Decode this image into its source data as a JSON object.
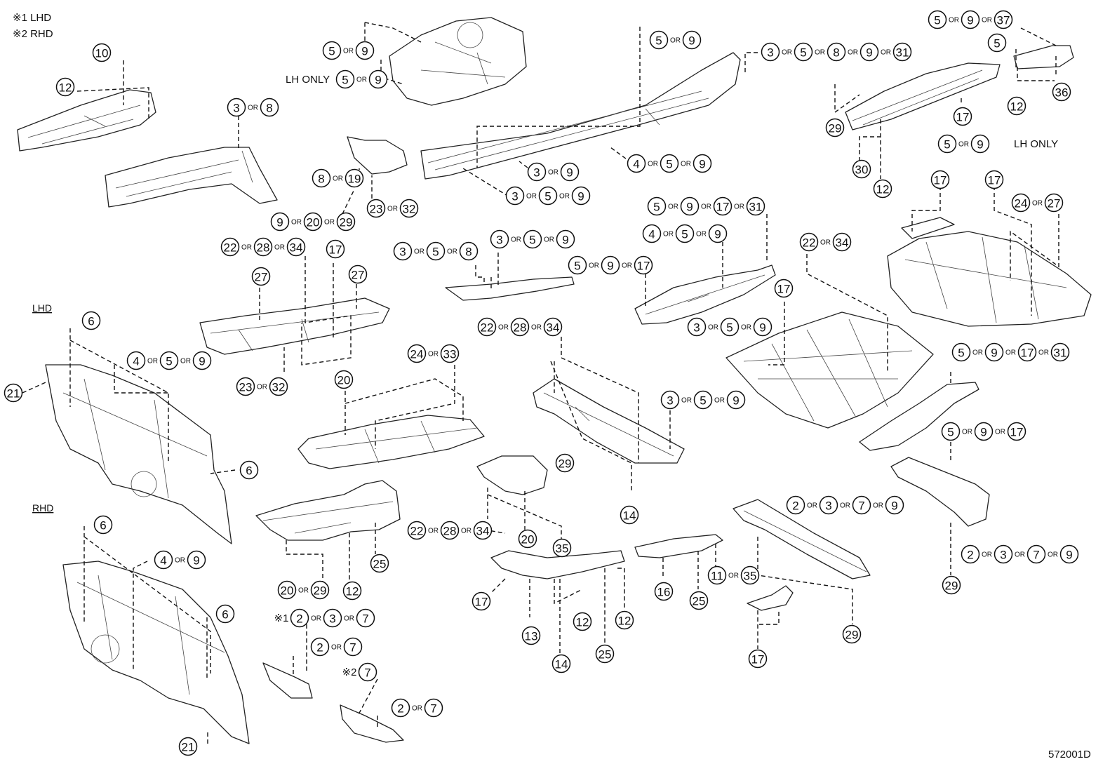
{
  "legend": {
    "line1": "※1 LHD",
    "line2": "※2 RHD"
  },
  "sections": {
    "lhd": "LHD",
    "rhd": "RHD"
  },
  "notes": {
    "lh_only_left": "LH ONLY",
    "lh_only_right": "LH ONLY"
  },
  "drawing_code": "572001D",
  "or_word": "OR",
  "callouts": [
    {
      "id": "c01",
      "prefix": "",
      "nums": [
        "10"
      ]
    },
    {
      "id": "c02",
      "prefix": "",
      "nums": [
        "12"
      ]
    },
    {
      "id": "c03",
      "prefix": "",
      "nums": [
        "3",
        "8"
      ]
    },
    {
      "id": "c04",
      "prefix": "",
      "nums": [
        "5",
        "9"
      ]
    },
    {
      "id": "c05",
      "prefix": "",
      "nums": [
        "5",
        "9"
      ]
    },
    {
      "id": "c06",
      "prefix": "",
      "nums": [
        "8",
        "19"
      ]
    },
    {
      "id": "c07",
      "prefix": "",
      "nums": [
        "23",
        "32"
      ]
    },
    {
      "id": "c08",
      "prefix": "",
      "nums": [
        "9",
        "20",
        "29"
      ]
    },
    {
      "id": "c09",
      "prefix": "",
      "nums": [
        "5",
        "9"
      ]
    },
    {
      "id": "c10",
      "prefix": "",
      "nums": [
        "3",
        "5",
        "8",
        "9",
        "31"
      ]
    },
    {
      "id": "c11",
      "prefix": "",
      "nums": [
        "3",
        "9"
      ]
    },
    {
      "id": "c12",
      "prefix": "",
      "nums": [
        "4",
        "5",
        "9"
      ]
    },
    {
      "id": "c13",
      "prefix": "",
      "nums": [
        "3",
        "5",
        "9"
      ]
    },
    {
      "id": "c14",
      "prefix": "",
      "nums": [
        "5",
        "9",
        "37"
      ]
    },
    {
      "id": "c15",
      "prefix": "",
      "nums": [
        "5"
      ]
    },
    {
      "id": "c16",
      "prefix": "",
      "nums": [
        "36"
      ]
    },
    {
      "id": "c17",
      "prefix": "",
      "nums": [
        "12"
      ]
    },
    {
      "id": "c18",
      "prefix": "",
      "nums": [
        "17"
      ]
    },
    {
      "id": "c19",
      "prefix": "",
      "nums": [
        "29"
      ]
    },
    {
      "id": "c20",
      "prefix": "",
      "nums": [
        "5",
        "9"
      ]
    },
    {
      "id": "c21",
      "prefix": "",
      "nums": [
        "30"
      ]
    },
    {
      "id": "c22",
      "prefix": "",
      "nums": [
        "12"
      ]
    },
    {
      "id": "c23",
      "prefix": "",
      "nums": [
        "17"
      ]
    },
    {
      "id": "c24",
      "prefix": "",
      "nums": [
        "17"
      ]
    },
    {
      "id": "c25",
      "prefix": "",
      "nums": [
        "24",
        "27"
      ]
    },
    {
      "id": "c26",
      "prefix": "",
      "nums": [
        "5",
        "9",
        "17",
        "31"
      ]
    },
    {
      "id": "c27",
      "prefix": "",
      "nums": [
        "4",
        "5",
        "9"
      ]
    },
    {
      "id": "c28",
      "prefix": "",
      "nums": [
        "22",
        "28",
        "34"
      ]
    },
    {
      "id": "c29",
      "prefix": "",
      "nums": [
        "17"
      ]
    },
    {
      "id": "c30",
      "prefix": "",
      "nums": [
        "27"
      ]
    },
    {
      "id": "c31",
      "prefix": "",
      "nums": [
        "27"
      ]
    },
    {
      "id": "c32",
      "prefix": "",
      "nums": [
        "3",
        "5",
        "8"
      ]
    },
    {
      "id": "c33",
      "prefix": "",
      "nums": [
        "3",
        "5",
        "9"
      ]
    },
    {
      "id": "c34",
      "prefix": "",
      "nums": [
        "5",
        "9",
        "17"
      ]
    },
    {
      "id": "c35",
      "prefix": "",
      "nums": [
        "22",
        "34"
      ]
    },
    {
      "id": "c36",
      "prefix": "",
      "nums": [
        "17"
      ]
    },
    {
      "id": "c37",
      "prefix": "",
      "nums": [
        "3",
        "5",
        "9"
      ]
    },
    {
      "id": "c38",
      "prefix": "",
      "nums": [
        "6"
      ]
    },
    {
      "id": "c39",
      "prefix": "",
      "nums": [
        "4",
        "5",
        "9"
      ]
    },
    {
      "id": "c40",
      "prefix": "",
      "nums": [
        "21"
      ]
    },
    {
      "id": "c41",
      "prefix": "",
      "nums": [
        "23",
        "32"
      ]
    },
    {
      "id": "c42",
      "prefix": "",
      "nums": [
        "22",
        "28",
        "34"
      ]
    },
    {
      "id": "c43",
      "prefix": "",
      "nums": [
        "24",
        "33"
      ]
    },
    {
      "id": "c44",
      "prefix": "",
      "nums": [
        "20"
      ]
    },
    {
      "id": "c45",
      "prefix": "",
      "nums": [
        "3",
        "5",
        "9"
      ]
    },
    {
      "id": "c46",
      "prefix": "",
      "nums": [
        "5",
        "9",
        "17",
        "31"
      ]
    },
    {
      "id": "c47",
      "prefix": "",
      "nums": [
        "6"
      ]
    },
    {
      "id": "c48",
      "prefix": "",
      "nums": [
        "29"
      ]
    },
    {
      "id": "c49",
      "prefix": "",
      "nums": [
        "14"
      ]
    },
    {
      "id": "c50",
      "prefix": "",
      "nums": [
        "5",
        "9",
        "17"
      ]
    },
    {
      "id": "c51",
      "prefix": "",
      "nums": [
        "2",
        "3",
        "7",
        "9"
      ]
    },
    {
      "id": "c52",
      "prefix": "",
      "nums": [
        "6"
      ]
    },
    {
      "id": "c53",
      "prefix": "",
      "nums": [
        "4",
        "9"
      ]
    },
    {
      "id": "c54",
      "prefix": "",
      "nums": [
        "22",
        "28",
        "34"
      ]
    },
    {
      "id": "c55",
      "prefix": "",
      "nums": [
        "20"
      ]
    },
    {
      "id": "c56",
      "prefix": "",
      "nums": [
        "35"
      ]
    },
    {
      "id": "c57",
      "prefix": "",
      "nums": [
        "25"
      ]
    },
    {
      "id": "c58",
      "prefix": "",
      "nums": [
        "20",
        "29"
      ]
    },
    {
      "id": "c59",
      "prefix": "",
      "nums": [
        "12"
      ]
    },
    {
      "id": "c60",
      "prefix": "",
      "nums": [
        "2",
        "3",
        "7",
        "9"
      ]
    },
    {
      "id": "c61",
      "prefix": "",
      "nums": [
        "29"
      ]
    },
    {
      "id": "c62",
      "prefix": "",
      "nums": [
        "16"
      ]
    },
    {
      "id": "c63",
      "prefix": "",
      "nums": [
        "25"
      ]
    },
    {
      "id": "c64",
      "prefix": "",
      "nums": [
        "11",
        "35"
      ]
    },
    {
      "id": "c65",
      "prefix": "",
      "nums": [
        "6"
      ]
    },
    {
      "id": "c66",
      "prefix": "※1",
      "nums": [
        "2",
        "3",
        "7"
      ]
    },
    {
      "id": "c67",
      "prefix": "",
      "nums": [
        "2",
        "7"
      ]
    },
    {
      "id": "c68",
      "prefix": "※2",
      "nums": [
        "7"
      ]
    },
    {
      "id": "c69",
      "prefix": "",
      "nums": [
        "2",
        "7"
      ]
    },
    {
      "id": "c70",
      "prefix": "",
      "nums": [
        "17"
      ]
    },
    {
      "id": "c71",
      "prefix": "",
      "nums": [
        "13"
      ]
    },
    {
      "id": "c72",
      "prefix": "",
      "nums": [
        "12"
      ]
    },
    {
      "id": "c73",
      "prefix": "",
      "nums": [
        "12"
      ]
    },
    {
      "id": "c74",
      "prefix": "",
      "nums": [
        "14"
      ]
    },
    {
      "id": "c75",
      "prefix": "",
      "nums": [
        "25"
      ]
    },
    {
      "id": "c76",
      "prefix": "",
      "nums": [
        "29"
      ]
    },
    {
      "id": "c77",
      "prefix": "",
      "nums": [
        "17"
      ]
    },
    {
      "id": "c78",
      "prefix": "",
      "nums": [
        "21"
      ]
    }
  ]
}
